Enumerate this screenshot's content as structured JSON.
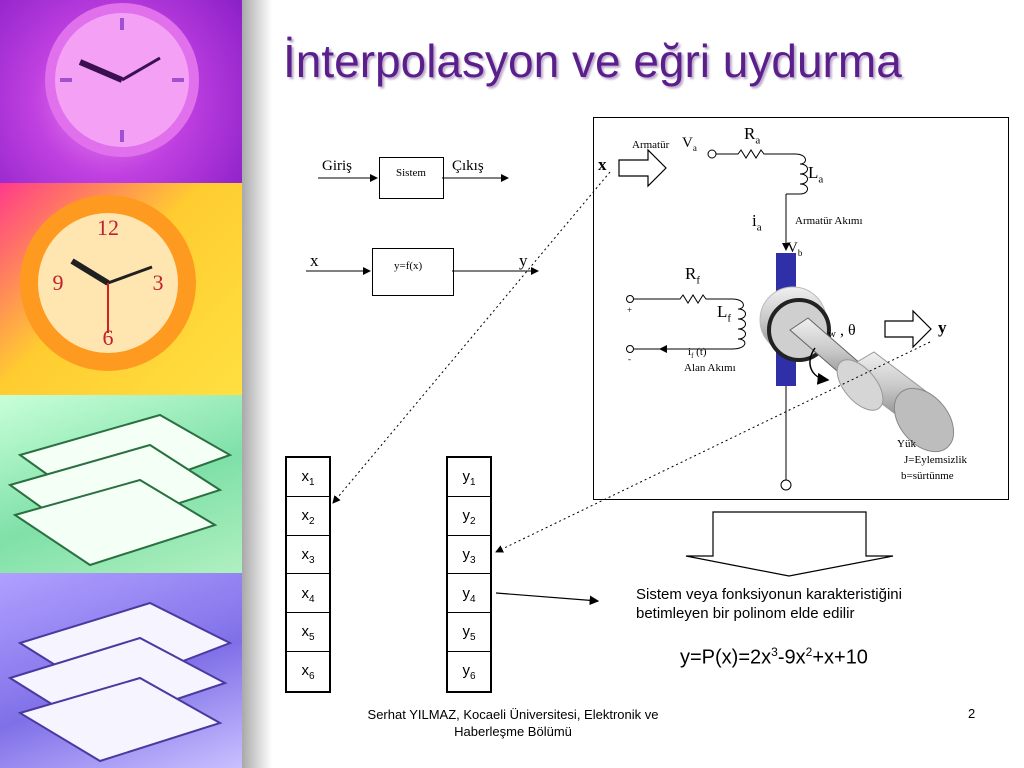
{
  "slide": {
    "title": "İnterpolasyon ve eğri uydurma",
    "footer": "Serhat YILMAZ, Kocaeli Üniversitesi, Elektronik ve Haberleşme Bölümü",
    "page_number": "2"
  },
  "block1": {
    "input_label": "Giriş",
    "box_label": "Sistem",
    "output_label": "Çıkış"
  },
  "block2": {
    "input_label": "x",
    "box_label": "y=f(x)",
    "output_label": "y"
  },
  "motor": {
    "input_x": "x",
    "armature_label": "Armatür",
    "Va": "V",
    "Va_sub": "a",
    "Ra": "R",
    "Ra_sub": "a",
    "La": "L",
    "La_sub": "a",
    "ia": "i",
    "ia_sub": "a",
    "armature_current": "Armatür Akımı",
    "Vb": "V",
    "Vb_sub": "b",
    "Rf": "R",
    "Rf_sub": "f",
    "Lf": "L",
    "Lf_sub": "f",
    "plus": "+",
    "minus": "-",
    "if_label": "i",
    "if_sub": "f",
    "if_t": "(t)",
    "field_current": "Alan Akımı",
    "omega": "w",
    "theta": ", θ",
    "output_y": "y",
    "load": "Yük",
    "inertia": "J=Eylemsizlik",
    "friction": "b=sürtünme"
  },
  "x_table": [
    {
      "base": "x",
      "sub": "1"
    },
    {
      "base": "x",
      "sub": "2"
    },
    {
      "base": "x",
      "sub": "3"
    },
    {
      "base": "x",
      "sub": "4"
    },
    {
      "base": "x",
      "sub": "5"
    },
    {
      "base": "x",
      "sub": "6"
    }
  ],
  "y_table": [
    {
      "base": "y",
      "sub": "1"
    },
    {
      "base": "y",
      "sub": "2"
    },
    {
      "base": "y",
      "sub": "3"
    },
    {
      "base": "y",
      "sub": "4"
    },
    {
      "base": "y",
      "sub": "5"
    },
    {
      "base": "y",
      "sub": "6"
    }
  ],
  "description": "Sistem veya fonksiyonun  karakteristiğini betimleyen bir polinom elde edilir",
  "formula": {
    "p1": "y=P(x)=2x",
    "e1": "3",
    "p2": "-9x",
    "e2": "2",
    "p3": "+x+10"
  }
}
